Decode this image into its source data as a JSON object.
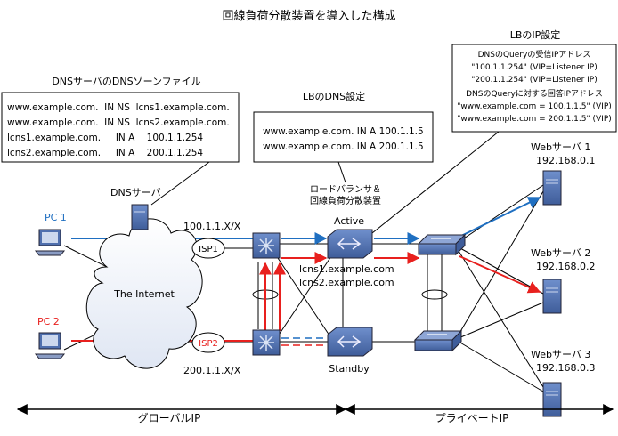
{
  "title": "回線負荷分散装置を導入した構成",
  "dns_zone": {
    "heading": "DNSサーバのDNSゾーンファイル",
    "lines": [
      "www.example.com.  IN NS  lcns1.example.com.",
      "www.example.com.  IN NS  lcns2.example.com.",
      "lcns1.example.com.     IN A    100.1.1.254",
      "lcns2.example.com.     IN A    200.1.1.254"
    ]
  },
  "lb_dns": {
    "heading": "LBのDNS設定",
    "lines": [
      "www.example.com. IN A 100.1.1.5",
      "www.example.com. IN A 200.1.1.5"
    ]
  },
  "lb_ip": {
    "heading": "LBのIP設定",
    "lines": [
      "DNSのQueryの受信IPアドレス",
      "\"100.1.1.254\" (VIP=Listener IP)",
      "\"200.1.1.254\" (VIP=Listener IP)",
      "DNSのQueryに対する回答IPアドレス",
      "\"www.example.com = 100.1.1.5\" (VIP)",
      "\"www.example.com = 200.1.1.5\" (VIP)"
    ]
  },
  "dns_server_label": "DNSサーバ",
  "pc1": "PC 1",
  "pc2": "PC 2",
  "internet": "The Internet",
  "isp1": "ISP1",
  "isp2": "ISP2",
  "net1": "100.1.1.X/X",
  "net2": "200.1.1.X/X",
  "lb_caption": [
    "ロードバランサ＆",
    "回線負荷分散装置"
  ],
  "active": "Active",
  "standby": "Standby",
  "lcns": [
    "lcns1.example.com",
    "lcns2.example.com"
  ],
  "web": [
    {
      "name": "Webサーバ 1",
      "ip": "192.168.0.1"
    },
    {
      "name": "Webサーバ 2",
      "ip": "192.168.0.2"
    },
    {
      "name": "Webサーバ 3",
      "ip": "192.168.0.3"
    }
  ],
  "global_ip": "グローバルIP",
  "private_ip": "プライベートIP",
  "colors": {
    "blue": "#1f6fc1",
    "red": "#e8201e",
    "device": "#4f6fae"
  }
}
